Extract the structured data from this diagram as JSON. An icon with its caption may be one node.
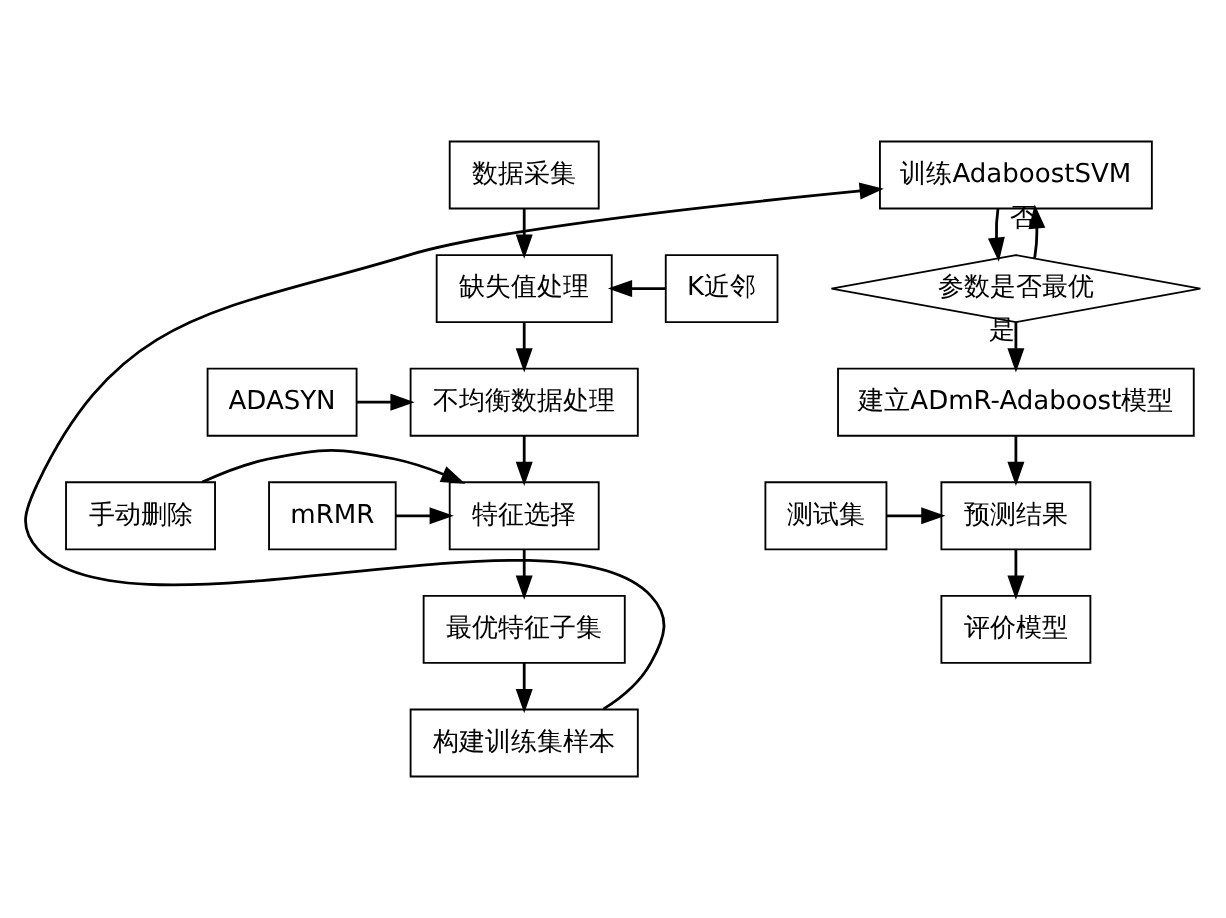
{
  "diagram": {
    "nodes": [
      {
        "text": [
          "数据采集"
        ]
      },
      {
        "text": [
          "K近邻"
        ]
      },
      {
        "text": [
          "缺失值处理"
        ]
      },
      {
        "text": [
          "ADASYN"
        ]
      },
      {
        "text": [
          "不均衡数据处理"
        ]
      },
      {
        "text": [
          "手动删除"
        ]
      },
      {
        "text": [
          "特征选择"
        ]
      },
      {
        "text": [
          "mRMR"
        ]
      },
      {
        "text": [
          "最优特征子集"
        ]
      },
      {
        "text": [
          "构建训练集样本"
        ]
      },
      {
        "text": [
          "训练AdaboostSVM"
        ]
      },
      {
        "text": [
          "参数是否最优"
        ]
      },
      {
        "text": [
          "建立ADmR-Adaboost模型"
        ]
      },
      {
        "text": [
          "测试集"
        ]
      },
      {
        "text": [
          "预测结果"
        ]
      },
      {
        "text": [
          "评价模型"
        ]
      }
    ],
    "edges": [
      {
        "from": 0,
        "to": 2,
        "arrow": "to"
      },
      {
        "from": 1,
        "to": 2,
        "arrow": "to"
      },
      {
        "from": 2,
        "to": 4,
        "arrow": "to"
      },
      {
        "from": 3,
        "to": 4,
        "arrow": "to"
      },
      {
        "from": 4,
        "to": 6,
        "arrow": "to"
      },
      {
        "from": 5,
        "to": 6,
        "arrow": "to"
      },
      {
        "from": 7,
        "to": 6,
        "arrow": "to"
      },
      {
        "from": 6,
        "to": 8,
        "arrow": "to"
      },
      {
        "from": 8,
        "to": 9,
        "arrow": "to"
      },
      {
        "from": 9,
        "to": 10,
        "arrow": "to"
      },
      {
        "from": 10,
        "to": 11,
        "arrow": "to"
      },
      {
        "from": 11,
        "to": 12,
        "arrow": "to",
        "label": "是"
      },
      {
        "from": 11,
        "to": 10,
        "arrow": "to",
        "label": "否"
      },
      {
        "from": 12,
        "to": 14,
        "arrow": "to"
      },
      {
        "from": 13,
        "to": 14,
        "arrow": "to"
      },
      {
        "from": 14,
        "to": 15,
        "arrow": "to"
      }
    ]
  }
}
